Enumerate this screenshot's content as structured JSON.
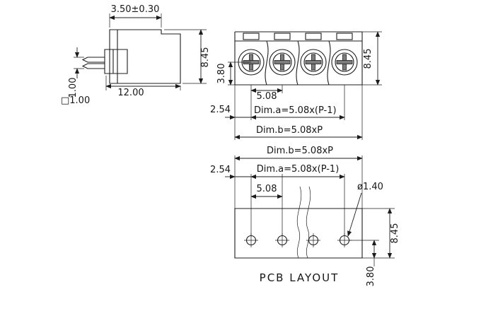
{
  "drawing": {
    "background": "#ffffff",
    "line_color": "#1c1c1c",
    "side_view": {
      "top_width": "3.50±0.30",
      "height": "8.45",
      "width": "12.00",
      "pin_thickness": "1.00",
      "pin_square": "□1.00"
    },
    "front_view": {
      "center_to_bottom": "3.80",
      "pitch": "5.08",
      "edge_to_center": "2.54",
      "dim_a": "Dim.a=5.08x(P-1)",
      "dim_b": "Dim.b=5.08xP",
      "height": "8.45"
    },
    "pcb_layout": {
      "dim_b": "Dim.b=5.08xP",
      "dim_a": "Dim.a=5.08x(P-1)",
      "edge_to_center": "2.54",
      "pitch": "5.08",
      "hole_diameter": "ø1.40",
      "height": "8.45",
      "center_to_bottom": "3.80",
      "caption": "PCB LAYOUT"
    }
  }
}
